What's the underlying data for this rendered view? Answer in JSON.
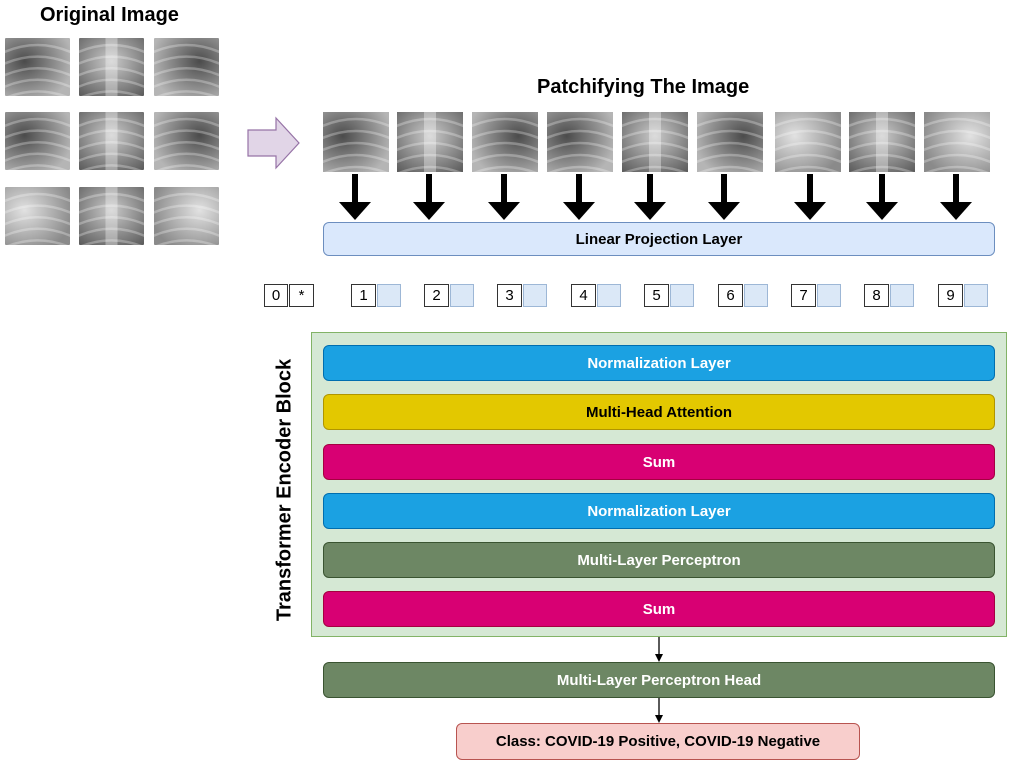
{
  "original_title": "Original Image",
  "patch_title": "Patchifying The Image",
  "linear_projection": "Linear Projection Layer",
  "tokens": {
    "cls_index": "0",
    "cls_symbol": "*",
    "patch_indices": [
      "1",
      "2",
      "3",
      "4",
      "5",
      "6",
      "7",
      "8",
      "9"
    ]
  },
  "encoder": {
    "label": "Transformer Encoder Block",
    "layers": [
      {
        "label": "Normalization Layer",
        "color": "#1ba1e2"
      },
      {
        "label": "Multi-Head Attention",
        "color": "#e3c800"
      },
      {
        "label": "Sum",
        "color": "#d80073"
      },
      {
        "label": "Normalization Layer",
        "color": "#1ba1e2"
      },
      {
        "label": "Multi-Layer Perceptron",
        "color": "#6d8764"
      },
      {
        "label": "Sum",
        "color": "#d80073"
      }
    ]
  },
  "mlp_head": "Multi-Layer Perceptron Head",
  "class_output": "Class: COVID-19 Positive, COVID-19 Negative",
  "colors": {
    "projection_fill": "#dae8fc",
    "projection_border": "#6c8ebf",
    "encoder_fill": "#d5e8d4",
    "encoder_border": "#82b366",
    "mlp_head": "#6d8764",
    "class_fill": "#f8cecc",
    "class_border": "#b85450",
    "arrow_big": "#000000",
    "arrow_lilac": "#e1d5e7"
  }
}
